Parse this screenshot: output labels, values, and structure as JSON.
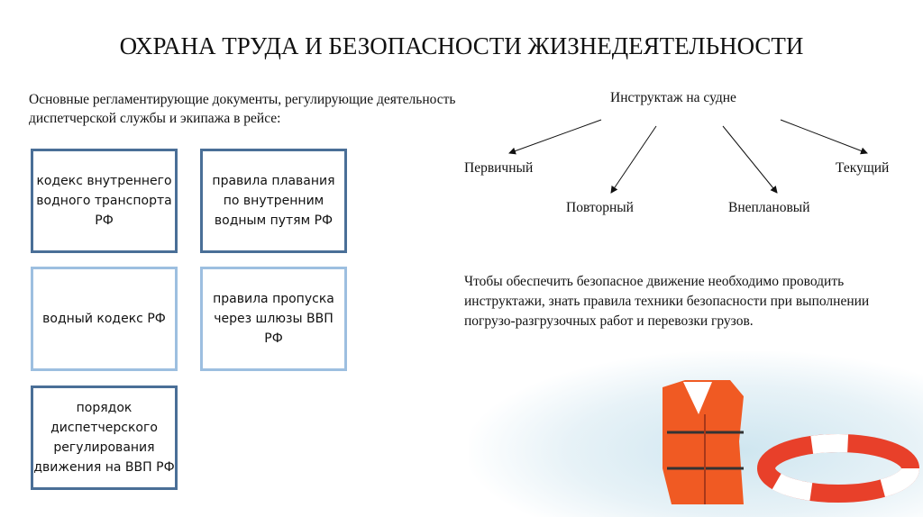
{
  "title": "ОХРАНА ТРУДА И БЕЗОПАСНОСТИ ЖИЗНЕДЕЯТЕЛЬНОСТИ",
  "lead": "Основные регламентирующие документы, регулирующие деятельность диспетчерской службы и экипажа в рейсе:",
  "documents": [
    "кодекс внутреннего водного транспорта РФ",
    "правила плавания по внутренним водным путям РФ",
    "водный кодекс РФ",
    "правила пропуска через шлюзы ВВП РФ",
    "порядок диспетчерского регулирования движения на ВВП РФ"
  ],
  "briefing": {
    "root": "Инструктаж на судне",
    "types": [
      "Первичный",
      "Повторный",
      "Внеплановый",
      "Текущий"
    ]
  },
  "paragraph": "Чтобы обеспечить безопасное движение необходимо проводить инструктажи, знать правила техники безопасности при выполнении погрузо-разгрузочных работ и перевозки грузов.",
  "colors": {
    "box_dark": "#4a6f97",
    "box_light": "#9dbfe0",
    "vest": "#f05a23",
    "ring": "#e8402a"
  }
}
